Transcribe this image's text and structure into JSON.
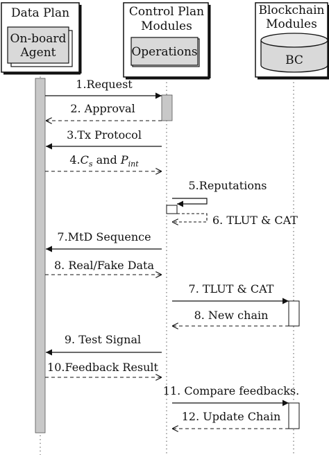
{
  "title": "",
  "participants": {
    "data_plan": {
      "title": "Data Plan",
      "box_line1": "On-board",
      "box_line2": "Agent"
    },
    "control_plan": {
      "title_line1": "Control Plan",
      "title_line2": "Modules",
      "box": "Operations"
    },
    "blockchain": {
      "title_line1": "Blockchain",
      "title_line2": "Modules",
      "box": "BC"
    }
  },
  "messages": [
    {
      "id": "m1",
      "label": "1.Request",
      "from": "data_plan",
      "to": "control_plan",
      "style": "solid"
    },
    {
      "id": "m2",
      "label": "2. Approval",
      "from": "control_plan",
      "to": "data_plan",
      "style": "dashed"
    },
    {
      "id": "m3",
      "label": "3.Tx Protocol",
      "from": "control_plan",
      "to": "data_plan",
      "style": "solid"
    },
    {
      "id": "m4",
      "label_prefix": "4.",
      "label_mid": "and",
      "var_c": "C",
      "var_c_sub": "s",
      "var_p": "P",
      "var_p_sub": "int",
      "from": "data_plan",
      "to": "control_plan",
      "style": "dashed"
    },
    {
      "id": "m5",
      "label": "5.Reputations",
      "from": "control_plan",
      "to": "control_plan",
      "style": "solid"
    },
    {
      "id": "m6",
      "label": "6. TLUT & CAT",
      "from": "control_plan",
      "to": "control_plan",
      "style": "dashed"
    },
    {
      "id": "m7",
      "label": "7.MtD Sequence",
      "from": "control_plan",
      "to": "data_plan",
      "style": "solid"
    },
    {
      "id": "m8",
      "label": "8. Real/Fake Data",
      "from": "data_plan",
      "to": "control_plan",
      "style": "dashed"
    },
    {
      "id": "m9",
      "label": "7. TLUT & CAT",
      "from": "control_plan",
      "to": "blockchain",
      "style": "solid"
    },
    {
      "id": "m10",
      "label": "8. New chain",
      "from": "blockchain",
      "to": "control_plan",
      "style": "dashed"
    },
    {
      "id": "m11",
      "label": "9. Test Signal",
      "from": "control_plan",
      "to": "data_plan",
      "style": "solid"
    },
    {
      "id": "m12",
      "label": "10.Feedback Result",
      "from": "data_plan",
      "to": "control_plan",
      "style": "dashed"
    },
    {
      "id": "m13",
      "label": "11. Compare feedbacks.",
      "from": "control_plan",
      "to": "blockchain",
      "style": "solid"
    },
    {
      "id": "m14",
      "label": "12. Update Chain",
      "from": "blockchain",
      "to": "control_plan",
      "style": "dashed"
    }
  ]
}
